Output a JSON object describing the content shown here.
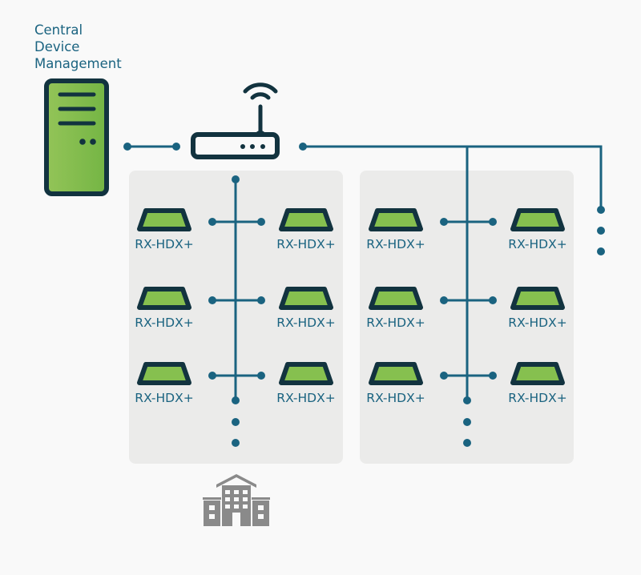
{
  "header": {
    "title_lines": [
      "Central",
      "Device",
      "Management"
    ]
  },
  "colors": {
    "line": "#1a6380",
    "dark": "#12333f",
    "green": "#86c04f",
    "zone_bg": "#ebebea",
    "building": "#8a8a8a",
    "background": "#f9f9f9"
  },
  "nodes": {
    "server": {
      "name": "central-device-management-server",
      "icon": "server-tower-icon"
    },
    "router": {
      "name": "network-router",
      "icon": "wifi-router-icon"
    }
  },
  "zones": [
    {
      "name": "zone-1",
      "receivers": [
        {
          "label": "RX-HDX+"
        },
        {
          "label": "RX-HDX+"
        },
        {
          "label": "RX-HDX+"
        },
        {
          "label": "RX-HDX+"
        },
        {
          "label": "RX-HDX+"
        },
        {
          "label": "RX-HDX+"
        }
      ]
    },
    {
      "name": "zone-2",
      "receivers": [
        {
          "label": "RX-HDX+"
        },
        {
          "label": "RX-HDX+"
        },
        {
          "label": "RX-HDX+"
        },
        {
          "label": "RX-HDX+"
        },
        {
          "label": "RX-HDX+"
        },
        {
          "label": "RX-HDX+"
        }
      ]
    }
  ],
  "building": {
    "icon": "building-icon"
  },
  "continuation": {
    "icon": "vertical-ellipsis-icon"
  }
}
